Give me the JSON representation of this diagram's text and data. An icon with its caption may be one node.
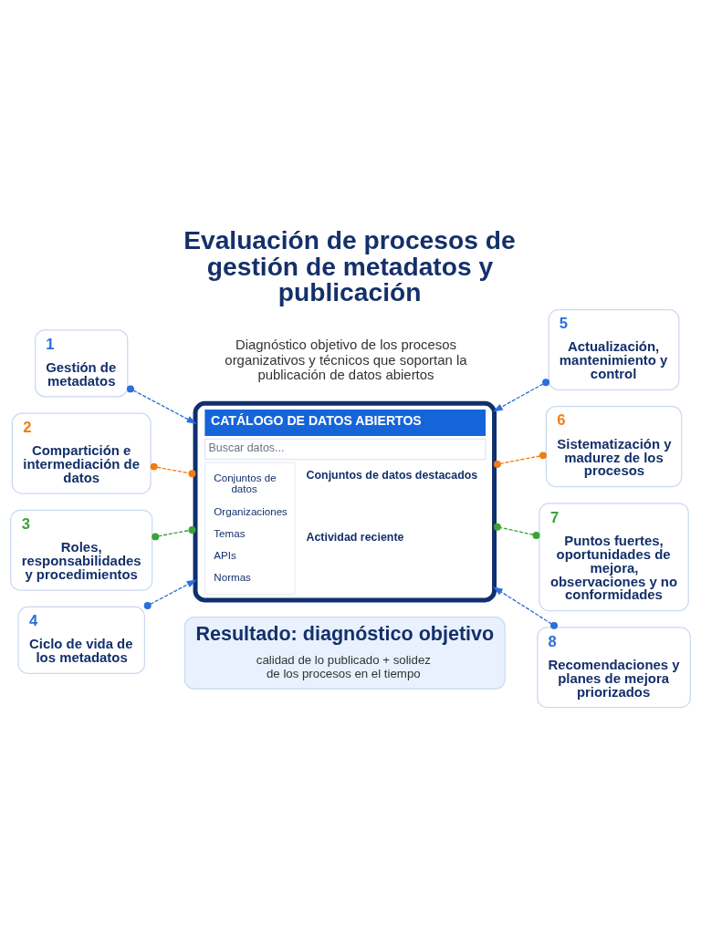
{
  "diagram": {
    "title": "Evaluación de procesos de gestión de metadatos y publicación",
    "nodes": [
      {
        "text": [
          "1",
          "Gestión de metadatos"
        ]
      },
      {
        "text": [
          "2",
          "Compartición e intermediación de datos"
        ]
      },
      {
        "text": [
          "3",
          "Roles, responsabilidades y procedimientos"
        ]
      },
      {
        "text": [
          "4",
          "Ciclo de vida de los metadatos"
        ]
      },
      {
        "text": [
          "5",
          "Actualización, mantenimiento y control"
        ]
      },
      {
        "text": [
          "6",
          "Sistematización y madurez de los procesos"
        ]
      },
      {
        "text": [
          "7",
          "Puntos fuertes, oportunidades de mejora, observaciones y no conformidades"
        ]
      },
      {
        "text": [
          "8",
          "Recomendaciones y planes de mejora priorizados"
        ]
      },
      {
        "text": [
          "CATÁLOGO DE DATOS ABIERTOS",
          "Buscar datos...",
          "Conjuntos de datos",
          "Organizaciones",
          "Temas",
          "APIs",
          "Normas",
          "Conjuntos de datos destacados",
          "Actividad reciente"
        ]
      },
      {
        "text": [
          "Resultado: diagnóstico objetivo",
          "calidad de lo publicado + solidez de los procesos en el tiempo"
        ]
      }
    ],
    "edges": [
      {
        "from": 0,
        "to": 8,
        "arrow": "to",
        "style": "dashed"
      },
      {
        "from": 1,
        "to": 8,
        "arrow": "other",
        "style": "dashed",
        "color": "#f07d14"
      },
      {
        "from": 2,
        "to": 8,
        "arrow": "other",
        "style": "dashed",
        "color": "#3aa335"
      },
      {
        "from": 3,
        "to": 8,
        "arrow": "to",
        "style": "dashed"
      },
      {
        "from": 4,
        "to": 8,
        "arrow": "to",
        "style": "dashed"
      },
      {
        "from": 5,
        "to": 8,
        "arrow": "other",
        "style": "dashed",
        "color": "#f07d14"
      },
      {
        "from": 6,
        "to": 8,
        "arrow": "other",
        "style": "dashed",
        "color": "#3aa335"
      },
      {
        "from": 7,
        "to": 8,
        "arrow": "to",
        "style": "dashed"
      }
    ],
    "labels": [
      "Diagnóstico objetivo de los procesos organizativos y técnicos que soportan la publicación de datos abiertos"
    ]
  }
}
